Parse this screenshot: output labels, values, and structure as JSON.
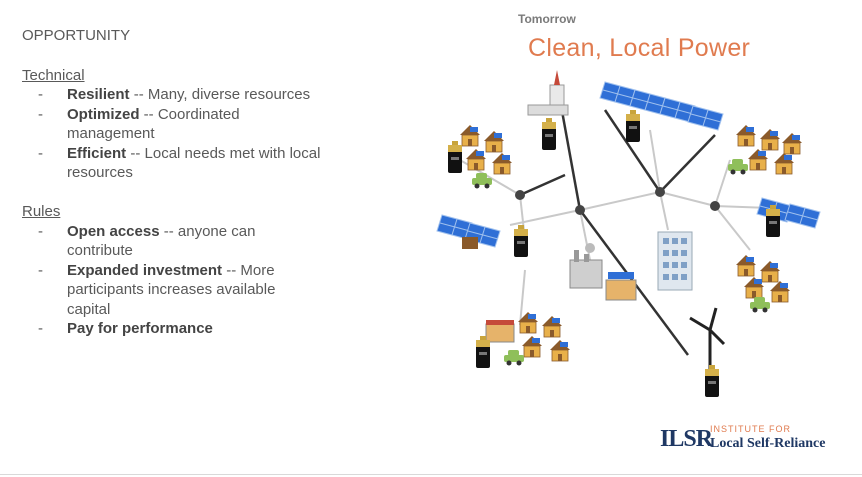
{
  "left": {
    "heading": "OPPORTUNITY",
    "sections": [
      {
        "title": "Technical",
        "items": [
          {
            "dash": "-",
            "bold": "Resilient",
            "rest": " -- Many, diverse resources"
          },
          {
            "dash": "-",
            "bold": "Optimized",
            "rest": " -- Coordinated management"
          },
          {
            "dash": "-",
            "bold": "Efficient",
            "rest": " -- Local needs met with local resources"
          }
        ]
      },
      {
        "title": "Rules",
        "items": [
          {
            "dash": "-",
            "bold": "Open access",
            "rest": " -- anyone can contribute"
          },
          {
            "dash": "-",
            "bold": "Expanded investment",
            "rest": " -- More participants increases available capital"
          },
          {
            "dash": "-",
            "bold": "Pay for performance",
            "rest": ""
          }
        ]
      }
    ]
  },
  "diagram": {
    "small_title": "Tomorrow",
    "big_title": "Clean, Local Power"
  },
  "logo": {
    "mark": "ILSR",
    "line1": "INSTITUTE FOR",
    "line2": "Local Self-Reliance"
  },
  "colors": {
    "accent": "#e07b4f",
    "text": "#595959",
    "brand_navy": "#1f3864",
    "solar_blue": "#2f6fd6"
  }
}
